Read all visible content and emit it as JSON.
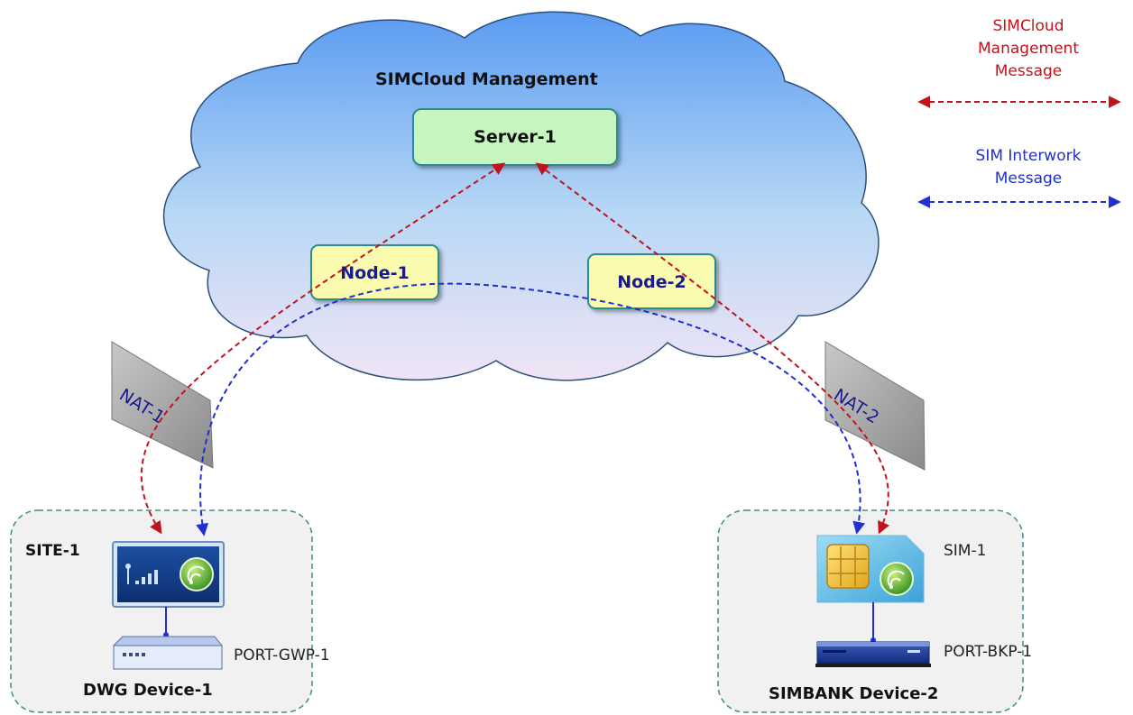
{
  "cloud": {
    "title": "SIMCloud Management"
  },
  "server": {
    "label": "Server-1"
  },
  "nodes": [
    {
      "label": "Node-1"
    },
    {
      "label": "Node-2"
    }
  ],
  "nats": [
    {
      "label": "NAT-1"
    },
    {
      "label": "NAT-2"
    }
  ],
  "site1": {
    "site_label": "SITE-1",
    "port_label": "PORT-GWP-1",
    "device_label": "DWG Device-1"
  },
  "site2": {
    "sim_label": "SIM-1",
    "port_label": "PORT-BKP-1",
    "device_label": "SIMBANK Device-2"
  },
  "legend": {
    "management": {
      "line1": "SIMCloud",
      "line2": "Management",
      "line3": "Message",
      "color": "#c0141c"
    },
    "interwork": {
      "line1": "SIM Interwork",
      "line2": "Message",
      "color": "#1f2fd0"
    }
  },
  "colors": {
    "server_fill": "#c6f5c0",
    "node_fill": "#fbfbb0",
    "cloud_top": "#5a9bf2",
    "cloud_bottom": "#f0e4f5"
  }
}
